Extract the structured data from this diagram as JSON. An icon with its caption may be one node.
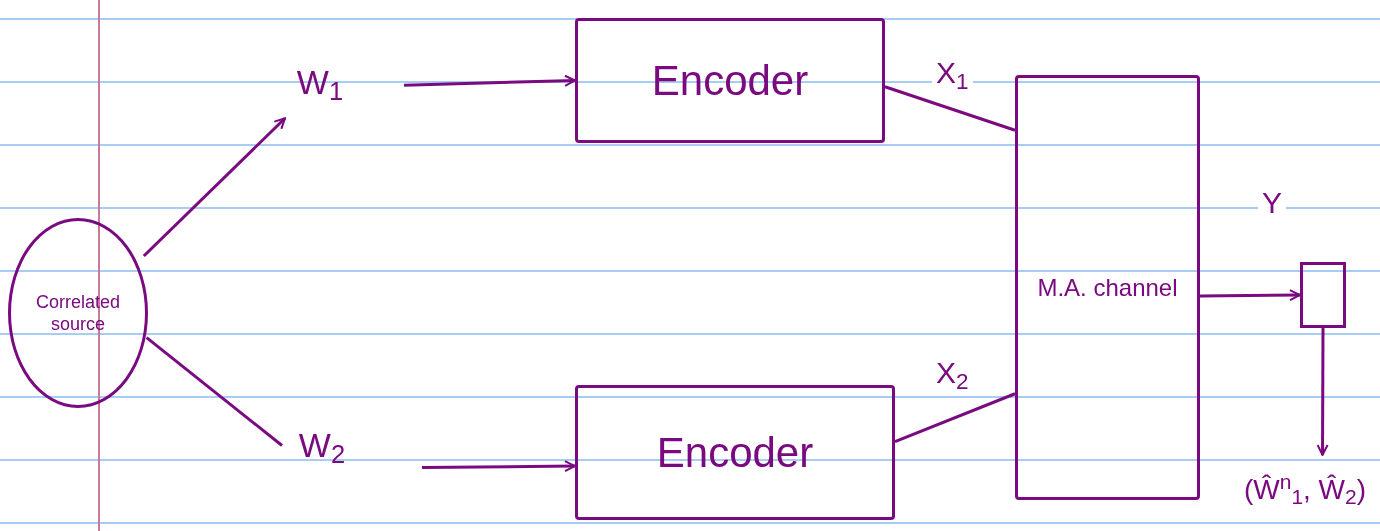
{
  "diagram": {
    "nodes": [
      {
        "text": [
          "Correlated source"
        ]
      },
      {
        "text": [
          "W$_{1}$"
        ]
      },
      {
        "text": [
          "W$_{2}$"
        ]
      },
      {
        "text": [
          "Encoder"
        ]
      },
      {
        "text": [
          "Encoder"
        ]
      },
      {
        "text": [
          "M.A. channel"
        ]
      },
      {
        "text": [],
        "shape": "box"
      },
      {
        "text": [
          "(Ŵ$^{n}$$_{1}$, Ŵ$_{2}$)"
        ]
      }
    ],
    "edges": [
      {
        "from": 0,
        "to": 1,
        "arrow": "to"
      },
      {
        "from": 0,
        "to": 2,
        "arrow": "none"
      },
      {
        "from": 1,
        "to": 3,
        "arrow": "to"
      },
      {
        "from": 2,
        "to": 4,
        "arrow": "to"
      },
      {
        "from": 3,
        "to": 5,
        "arrow": "none",
        "label": "X$_{1}$"
      },
      {
        "from": 4,
        "to": 5,
        "arrow": "none",
        "label": "X$_{2}$"
      },
      {
        "from": 5,
        "to": 6,
        "arrow": "to",
        "label": "Y"
      },
      {
        "from": 6,
        "to": 7,
        "arrow": "to"
      }
    ]
  }
}
